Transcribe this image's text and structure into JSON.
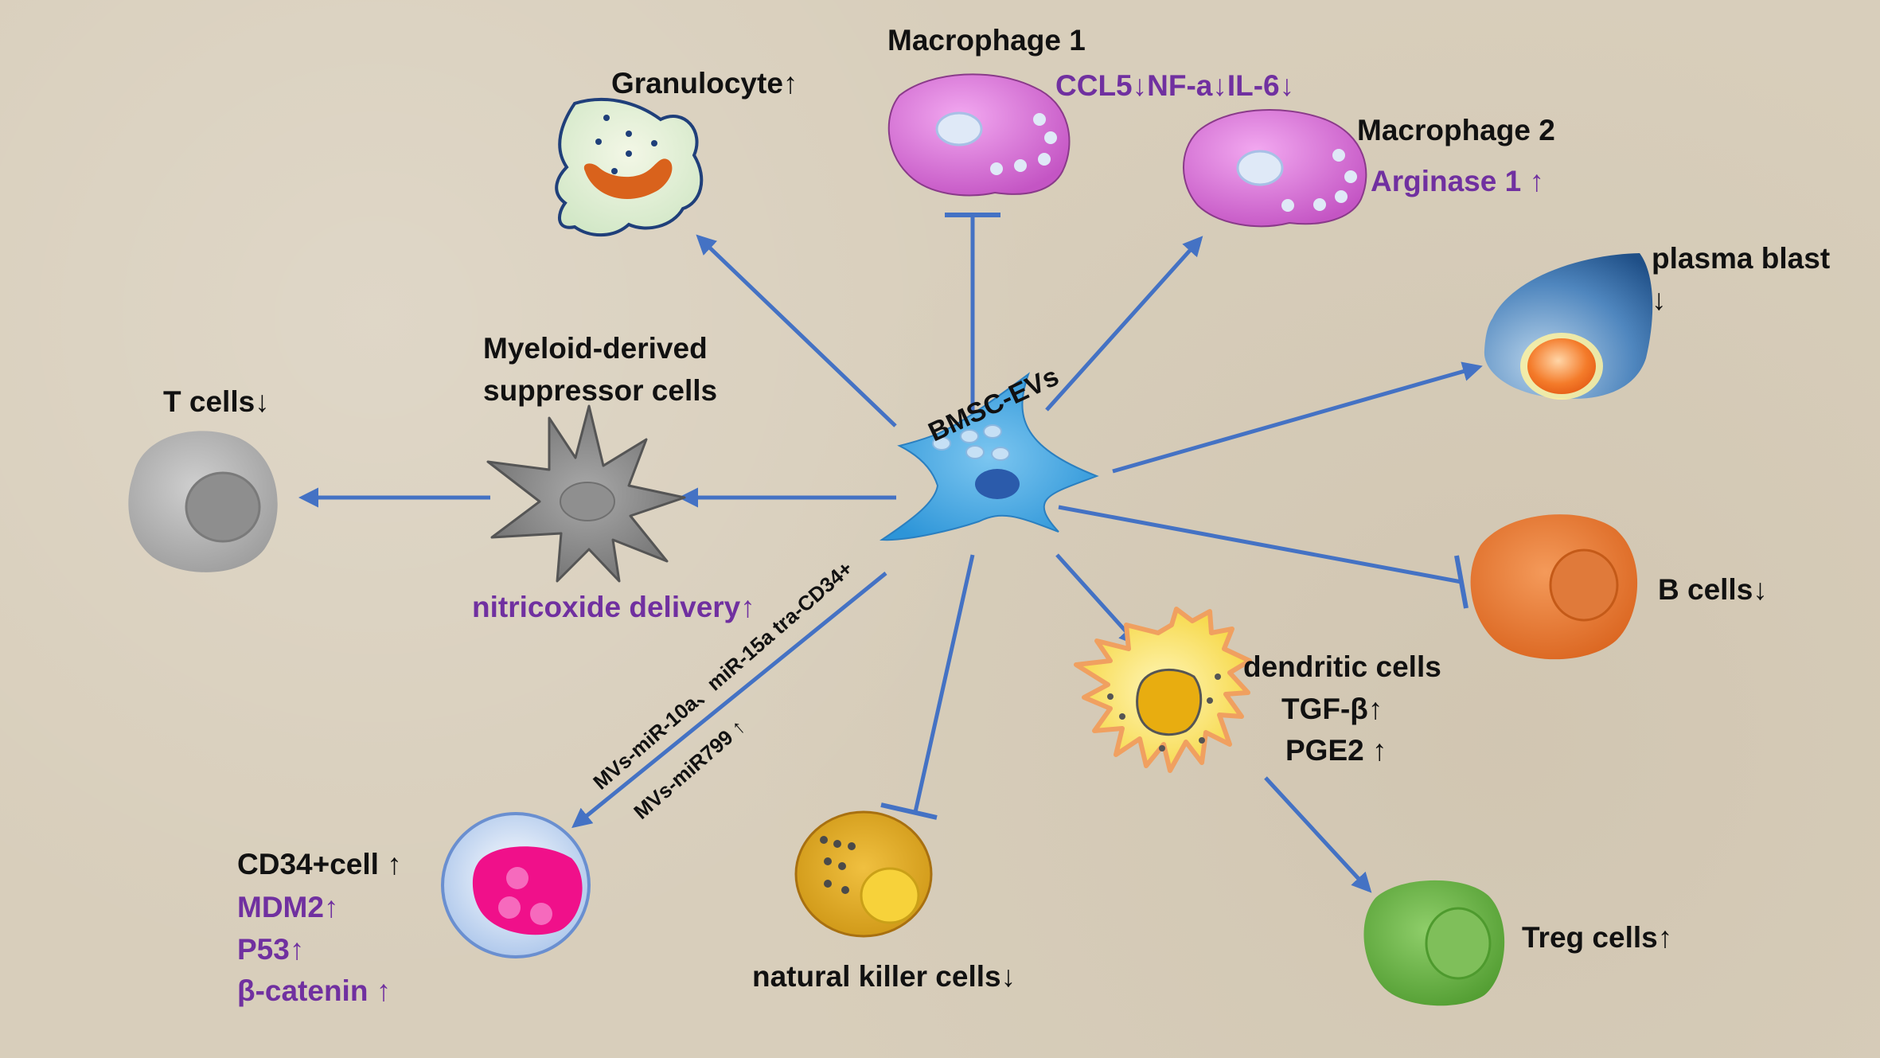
{
  "center": {
    "label": "BMSC-EVs"
  },
  "cells": {
    "macrophage1": {
      "label": "Macrophage 1",
      "effect": "CCL5↓NF-a↓IL-6↓"
    },
    "macrophage2": {
      "label": "Macrophage 2",
      "effect": "Arginase 1 ↑"
    },
    "granulocyte": {
      "label": "Granulocyte↑"
    },
    "plasma_blast": {
      "label": "plasma blast",
      "arrow": "↓"
    },
    "b_cells": {
      "label": "B cells↓"
    },
    "dendritic": {
      "label": "dendritic cells",
      "effect1": "TGF-β↑",
      "effect2": "PGE2 ↑"
    },
    "treg": {
      "label": "Treg cells↑"
    },
    "nk": {
      "label": "natural killer  cells↓"
    },
    "cd34": {
      "label": "CD34+cell ↑",
      "effect1": "MDM2↑",
      "effect2": "P53↑",
      "effect3": "β-catenin ↑"
    },
    "mdsc": {
      "label_line1": "Myeloid-derived",
      "label_line2": "suppressor cells",
      "effect": "nitricoxide delivery↑"
    },
    "t_cells": {
      "label": "T cells↓"
    }
  },
  "annotations": {
    "mirna1": "MVs-miR-10a、miR-15a tra-CD34+",
    "mirna2": "MVs-miR799 ↑"
  },
  "colors": {
    "arrow": "#4472c4",
    "text_black": "#111111",
    "text_purple": "#7030a0",
    "background": "#d8cebb"
  }
}
